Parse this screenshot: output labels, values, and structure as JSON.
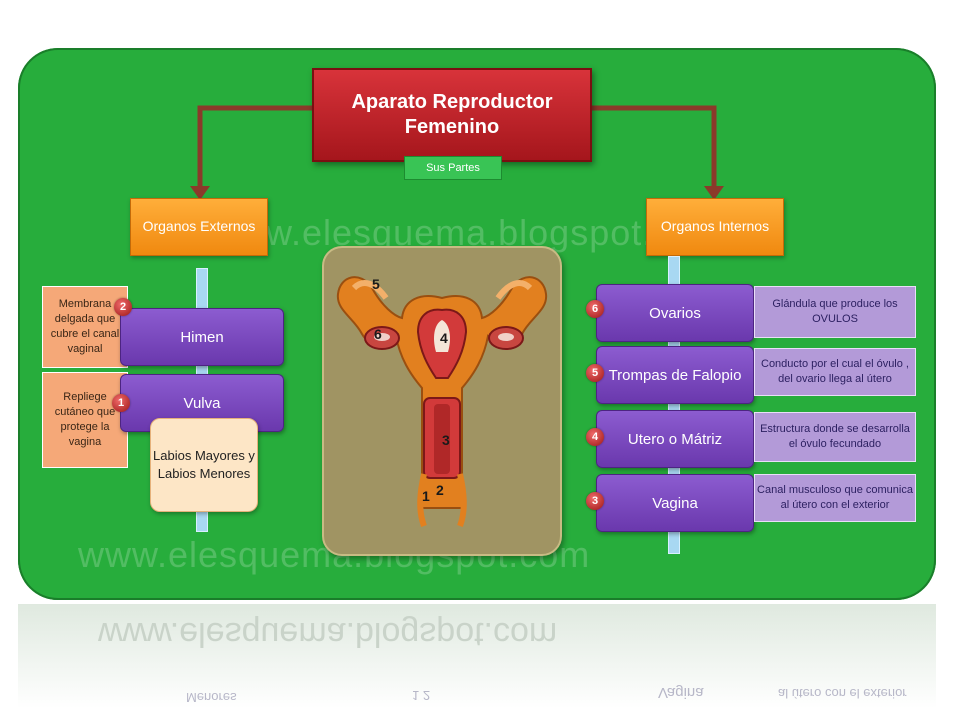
{
  "watermark": {
    "top": "w.elesquema.blogspot.c",
    "bottom": "www.elesquema.blogspot.com"
  },
  "title": "Aparato Reproductor Femenino",
  "subtitle": "Sus Partes",
  "left_header": "Organos Externos",
  "right_header": "Organos Internos",
  "external": [
    {
      "badge": "2",
      "label": "Himen",
      "note": "Membrana delgada que cubre el canal vaginal"
    },
    {
      "badge": "1",
      "label": "Vulva",
      "note": "Repliege cutáneo que protege la vagina"
    }
  ],
  "labios": "Labios Mayores y Labios Menores",
  "internal": [
    {
      "badge": "6",
      "label": "Ovarios",
      "desc": "Glándula que produce los OVULOS"
    },
    {
      "badge": "5",
      "label": "Trompas de Falopio",
      "desc": "Conducto por el cual el óvulo , del ovario llega al útero"
    },
    {
      "badge": "4",
      "label": "Utero o Mátriz",
      "desc": "Estructura donde se desarrolla el óvulo fecundado"
    },
    {
      "badge": "3",
      "label": "Vagina",
      "desc": "Canal musculoso que comunica al útero con el exterior"
    }
  ],
  "diagram_numbers": [
    "5",
    "6",
    "4",
    "3",
    "2",
    "1"
  ],
  "reflection": {
    "text": "www.elesquema.blogspot.com",
    "labios": "Menores",
    "vagina": "Vagina",
    "desc": "al útero con el exterior",
    "num": "1 2"
  },
  "colors": {
    "background": "#27ad3c",
    "title": "#c0242a",
    "header": "#f79a20",
    "organ": "#7a48bd",
    "desc": "#b39ad8",
    "note": "#f5a878"
  }
}
